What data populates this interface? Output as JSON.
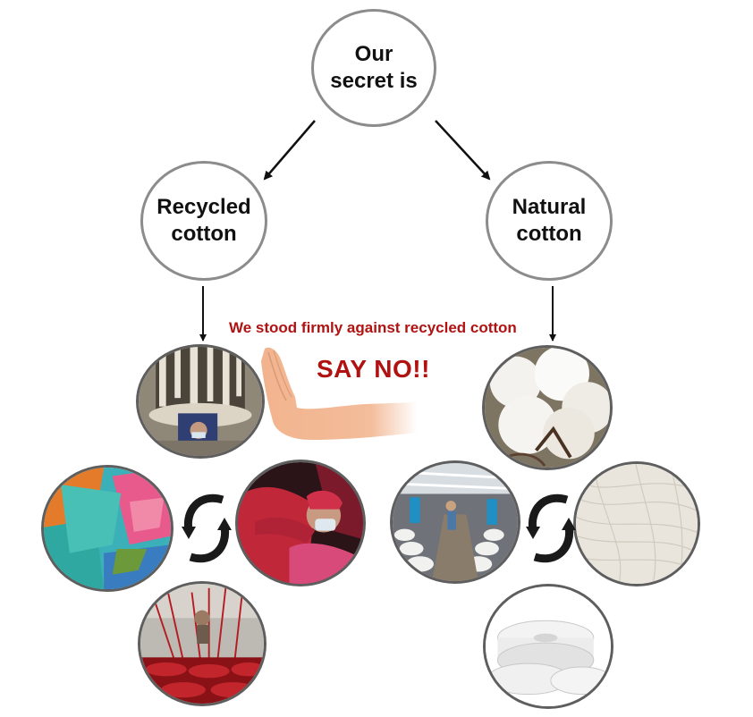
{
  "nodes": {
    "root": "Our secret is",
    "left": "Recycled cotton",
    "right": "Natural cotton"
  },
  "captions": {
    "statement": "We stood firmly against recycled cotton",
    "say_no": "SAY NO!!"
  },
  "colors": {
    "caption_red": "#b01212",
    "node_border": "#8c8c8c",
    "photo_border": "#5e5e5e"
  },
  "photos": {
    "recycled": [
      "cotton-waste-machine-photo",
      "colored-rags-photo",
      "masked-worker-photo",
      "red-yarn-workshop-photo"
    ],
    "natural": [
      "cotton-boll-photo",
      "spinning-mill-photo",
      "white-fiber-photo",
      "white-yarn-rolls-photo"
    ]
  },
  "icons": [
    "stop-hand-icon",
    "cycle-arrows-icon"
  ]
}
